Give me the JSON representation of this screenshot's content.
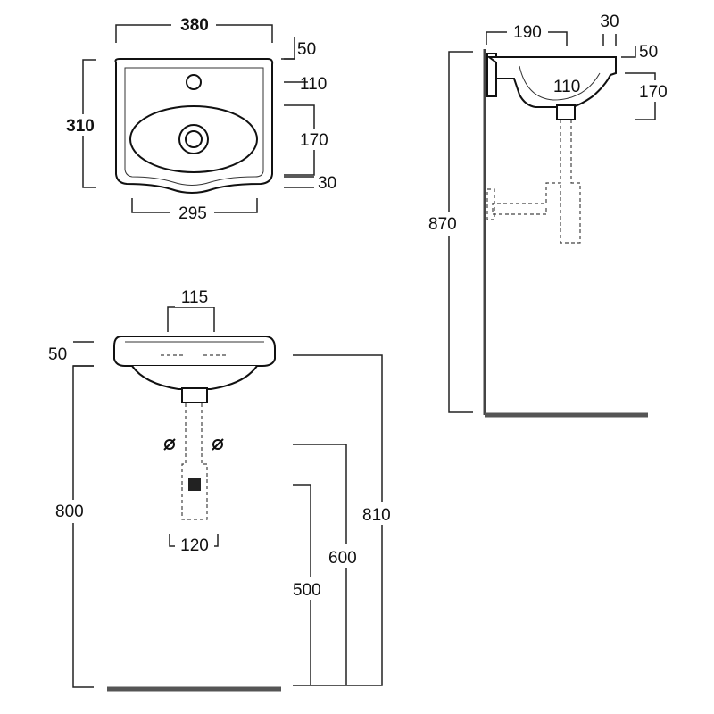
{
  "top_view": {
    "width": "380",
    "depth": "310",
    "tap_hole_offset": "50",
    "back_to_bowl": "110",
    "bowl_depth": "170",
    "front_lip": "30",
    "bowl_width": "295"
  },
  "side_view": {
    "projection": "190",
    "rim_lip": "30",
    "rim_height": "50",
    "bowl_offset": "110",
    "bowl_height": "170",
    "height_to_rim": "870"
  },
  "front_view": {
    "waste_width": "115",
    "rim_height": "50",
    "floor_to_top": "800",
    "trap_width": "120",
    "waste_height": "500",
    "supply_height": "600",
    "rim_floor_height": "810"
  }
}
